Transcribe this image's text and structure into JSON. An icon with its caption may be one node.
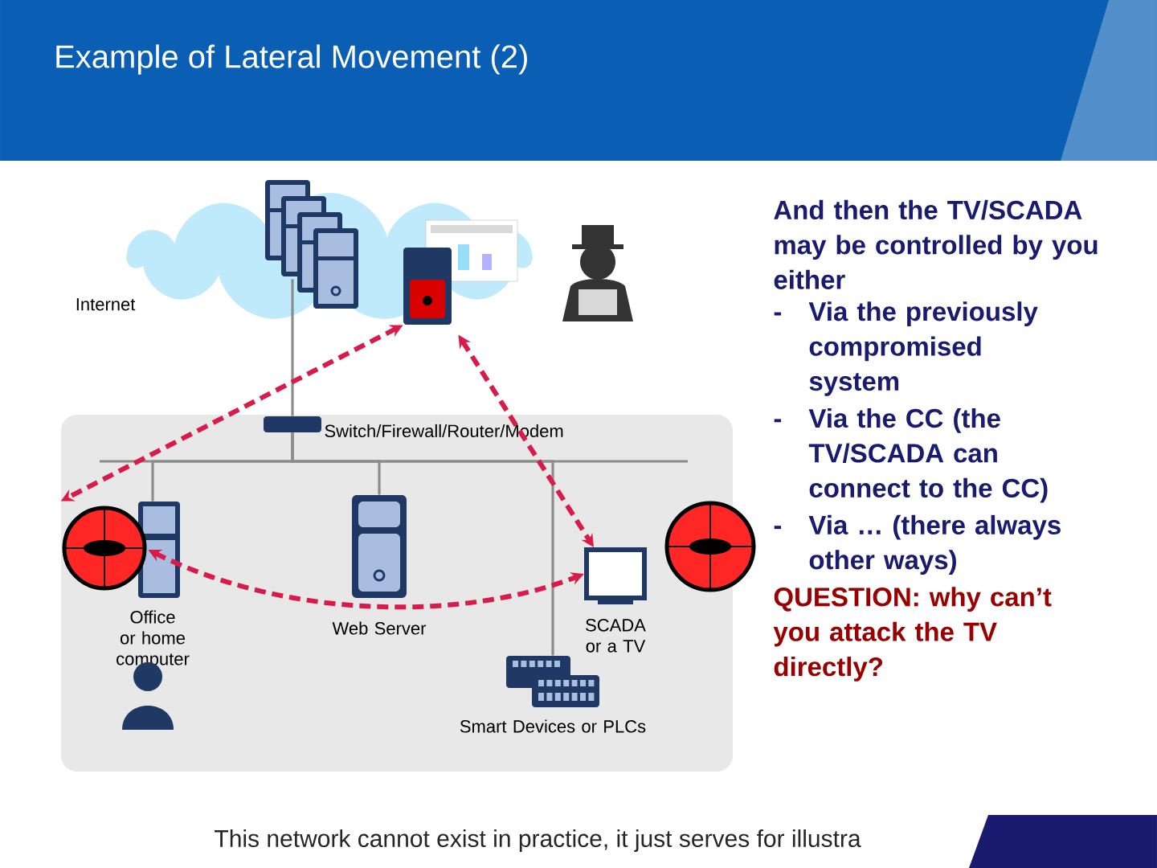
{
  "diagram": {
    "title": "Example of Lateral Movement (2)",
    "caption": "This network cannot exist in practice, it just serves for illustra",
    "nodes": [
      {
        "text": [
          "Internet"
        ]
      },
      {
        "text": [],
        "shape": "box"
      },
      {
        "text": [],
        "shape": "box"
      },
      {
        "text": [
          "Switch/Firewall/Router/Modem"
        ],
        "in": 2
      },
      {
        "text": [
          "Office or home computer"
        ],
        "in": 2
      },
      {
        "text": [
          "Web Server"
        ],
        "in": 2
      },
      {
        "text": [
          "SCADA or a TV"
        ],
        "in": 2
      },
      {
        "text": [
          "Smart Devices or PLCs"
        ],
        "in": 2
      }
    ],
    "edges": [
      {
        "from": 0,
        "to": 3,
        "arrow": "none"
      },
      {
        "from": 3,
        "to": 4,
        "arrow": "none"
      },
      {
        "from": 3,
        "to": 5,
        "arrow": "none"
      },
      {
        "from": 3,
        "to": 7,
        "arrow": "none"
      },
      {
        "from": 1,
        "to": 4,
        "arrow": "both",
        "style": "dashed",
        "color": "#d81b4a"
      },
      {
        "from": 4,
        "to": 6,
        "arrow": "both",
        "style": "dashed",
        "color": "#d81b4a"
      },
      {
        "from": 1,
        "to": 6,
        "arrow": "both",
        "style": "dashed",
        "color": "#d81b4a"
      }
    ],
    "labels": [
      "And then the TV/SCADA may be controlled by you either",
      "-",
      "Via the previously compromised system",
      "-",
      "Via the CC (the TV/SCADA can connect to the CC)",
      "-",
      "Via … (there always other ways)",
      "QUESTION: why can’t you attack the TV directly?"
    ]
  }
}
